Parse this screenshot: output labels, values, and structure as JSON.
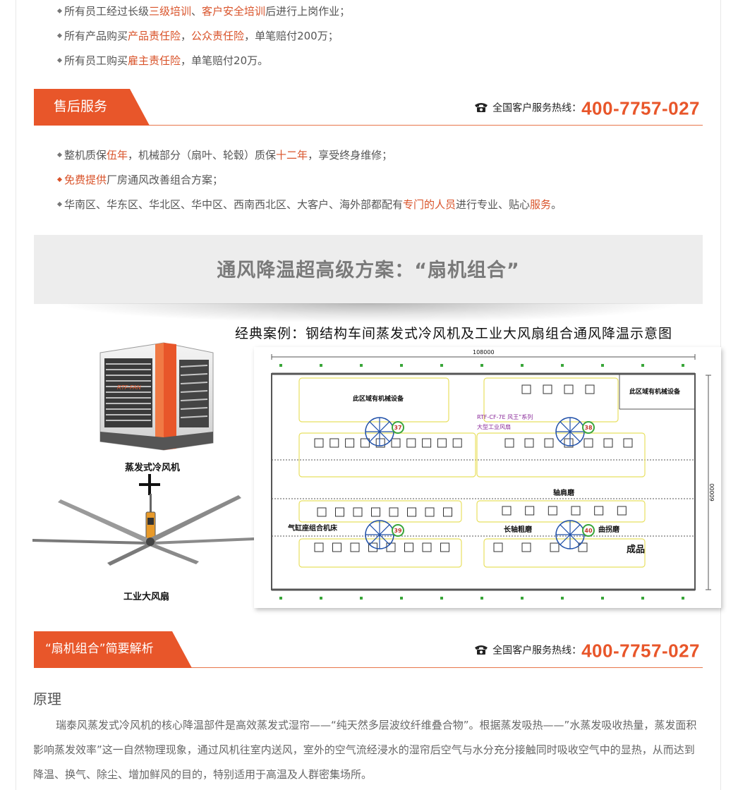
{
  "quality": {
    "items": [
      {
        "segs": [
          {
            "t": "所有员工经过长级",
            "h": false
          },
          {
            "t": "三级培训",
            "h": true
          },
          {
            "t": "、",
            "h": false
          },
          {
            "t": "客户安全培训",
            "h": true
          },
          {
            "t": "后进行上岗作业；",
            "h": false
          }
        ]
      },
      {
        "segs": [
          {
            "t": "所有产品购买",
            "h": false
          },
          {
            "t": "产品责任险",
            "h": true
          },
          {
            "t": "，",
            "h": false
          },
          {
            "t": "公众责任险",
            "h": true
          },
          {
            "t": "，单笔赔付200万；",
            "h": false
          }
        ]
      },
      {
        "segs": [
          {
            "t": "所有员工购买",
            "h": false
          },
          {
            "t": "雇主责任险",
            "h": true
          },
          {
            "t": "，单笔赔付20万。",
            "h": false
          }
        ]
      }
    ]
  },
  "after_sales": {
    "tab_label": "售后服务",
    "hotline_label": "全国客户服务热线：",
    "hotline_number": "400-7757-027",
    "items": [
      {
        "red_marker": false,
        "segs": [
          {
            "t": "整机质保",
            "h": false
          },
          {
            "t": "伍年",
            "h": true
          },
          {
            "t": "，机械部分（扇叶、轮毂）质保",
            "h": false
          },
          {
            "t": "十二年",
            "h": true
          },
          {
            "t": "，享受终身维修；",
            "h": false
          }
        ]
      },
      {
        "red_marker": true,
        "segs": [
          {
            "t": "免费提供",
            "h": true
          },
          {
            "t": "厂房通风改善组合方案；",
            "h": false
          }
        ]
      },
      {
        "red_marker": false,
        "segs": [
          {
            "t": "华南区、华东区、华北区、华中区、西南西北区、大客户、海外部都配有",
            "h": false
          },
          {
            "t": "专门的人员",
            "h": true
          },
          {
            "t": "进行专业、贴心",
            "h": false
          },
          {
            "t": "服务",
            "h": true
          },
          {
            "t": "。",
            "h": false
          }
        ]
      }
    ]
  },
  "banner": {
    "title": "通风降温超高级方案：“扇机组合”"
  },
  "case": {
    "title": "经典案例：钢结构车间蒸发式冷风机及工业大风扇组合通风降温示意图",
    "cooler_caption": "蒸发式冷风机",
    "cooler_brand": "RTF-FAN",
    "fan_caption": "工业大风扇",
    "floorplan": {
      "width_label": "108000",
      "height_label": "60000",
      "zones": [
        "此区域有机械设备",
        "此区域有机械设备",
        "轴肩磨",
        "气缸座组合机床",
        "长轴粗磨",
        "曲拐磨",
        "成品"
      ],
      "fan_model": "RTF-CF-7E 风王”系列",
      "fan_type": "大型工业风扇",
      "fan_numbers": [
        "37",
        "38",
        "39",
        "40"
      ]
    }
  },
  "analysis": {
    "tab_label": "“扇机组合”简要解析",
    "hotline_label": "全国客户服务热线：",
    "hotline_number": "400-7757-027",
    "heading": "原理",
    "paragraph": "瑞泰风蒸发式冷风机的核心降温部件是高效蒸发式湿帘——“纯天然多层波纹纤维叠合物”。根据蒸发吸热——”水蒸发吸收热量，蒸发面积影响蒸发效率”这一自然物理现象，通过风机往室内送风，室外的空气流经浸水的湿帘后空气与水分充分接触同时吸收空气中的显热，从而达到降温、换气、除尘、增加鲜风的目的，特别适用于高温及人群密集场所。"
  },
  "colors": {
    "accent": "#e8562a",
    "highlight": "#d9532a",
    "zone_yellow": "#e8e060",
    "fan_blue": "#1e4fa8",
    "fan_badge": "#3aa63a"
  }
}
